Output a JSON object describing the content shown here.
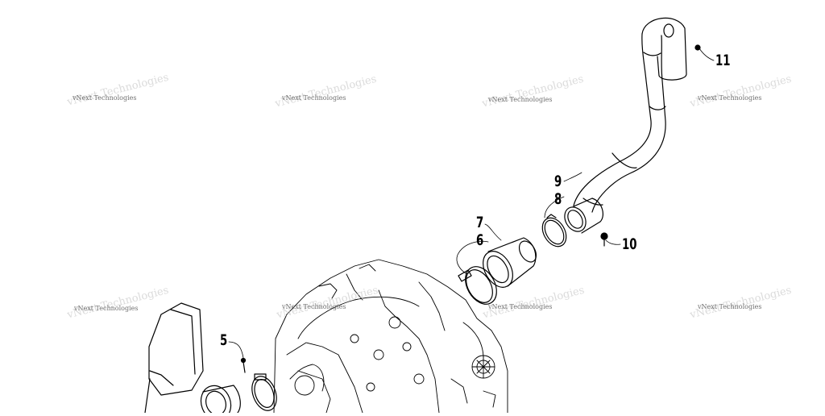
{
  "diagram": {
    "callouts": [
      {
        "id": "5",
        "label": "5"
      },
      {
        "id": "6",
        "label": "6"
      },
      {
        "id": "7",
        "label": "7"
      },
      {
        "id": "8",
        "label": "8"
      },
      {
        "id": "9",
        "label": "9"
      },
      {
        "id": "10",
        "label": "10"
      },
      {
        "id": "11",
        "label": "11"
      }
    ],
    "watermark": "vNext Technologies",
    "line_color": "#000000"
  }
}
